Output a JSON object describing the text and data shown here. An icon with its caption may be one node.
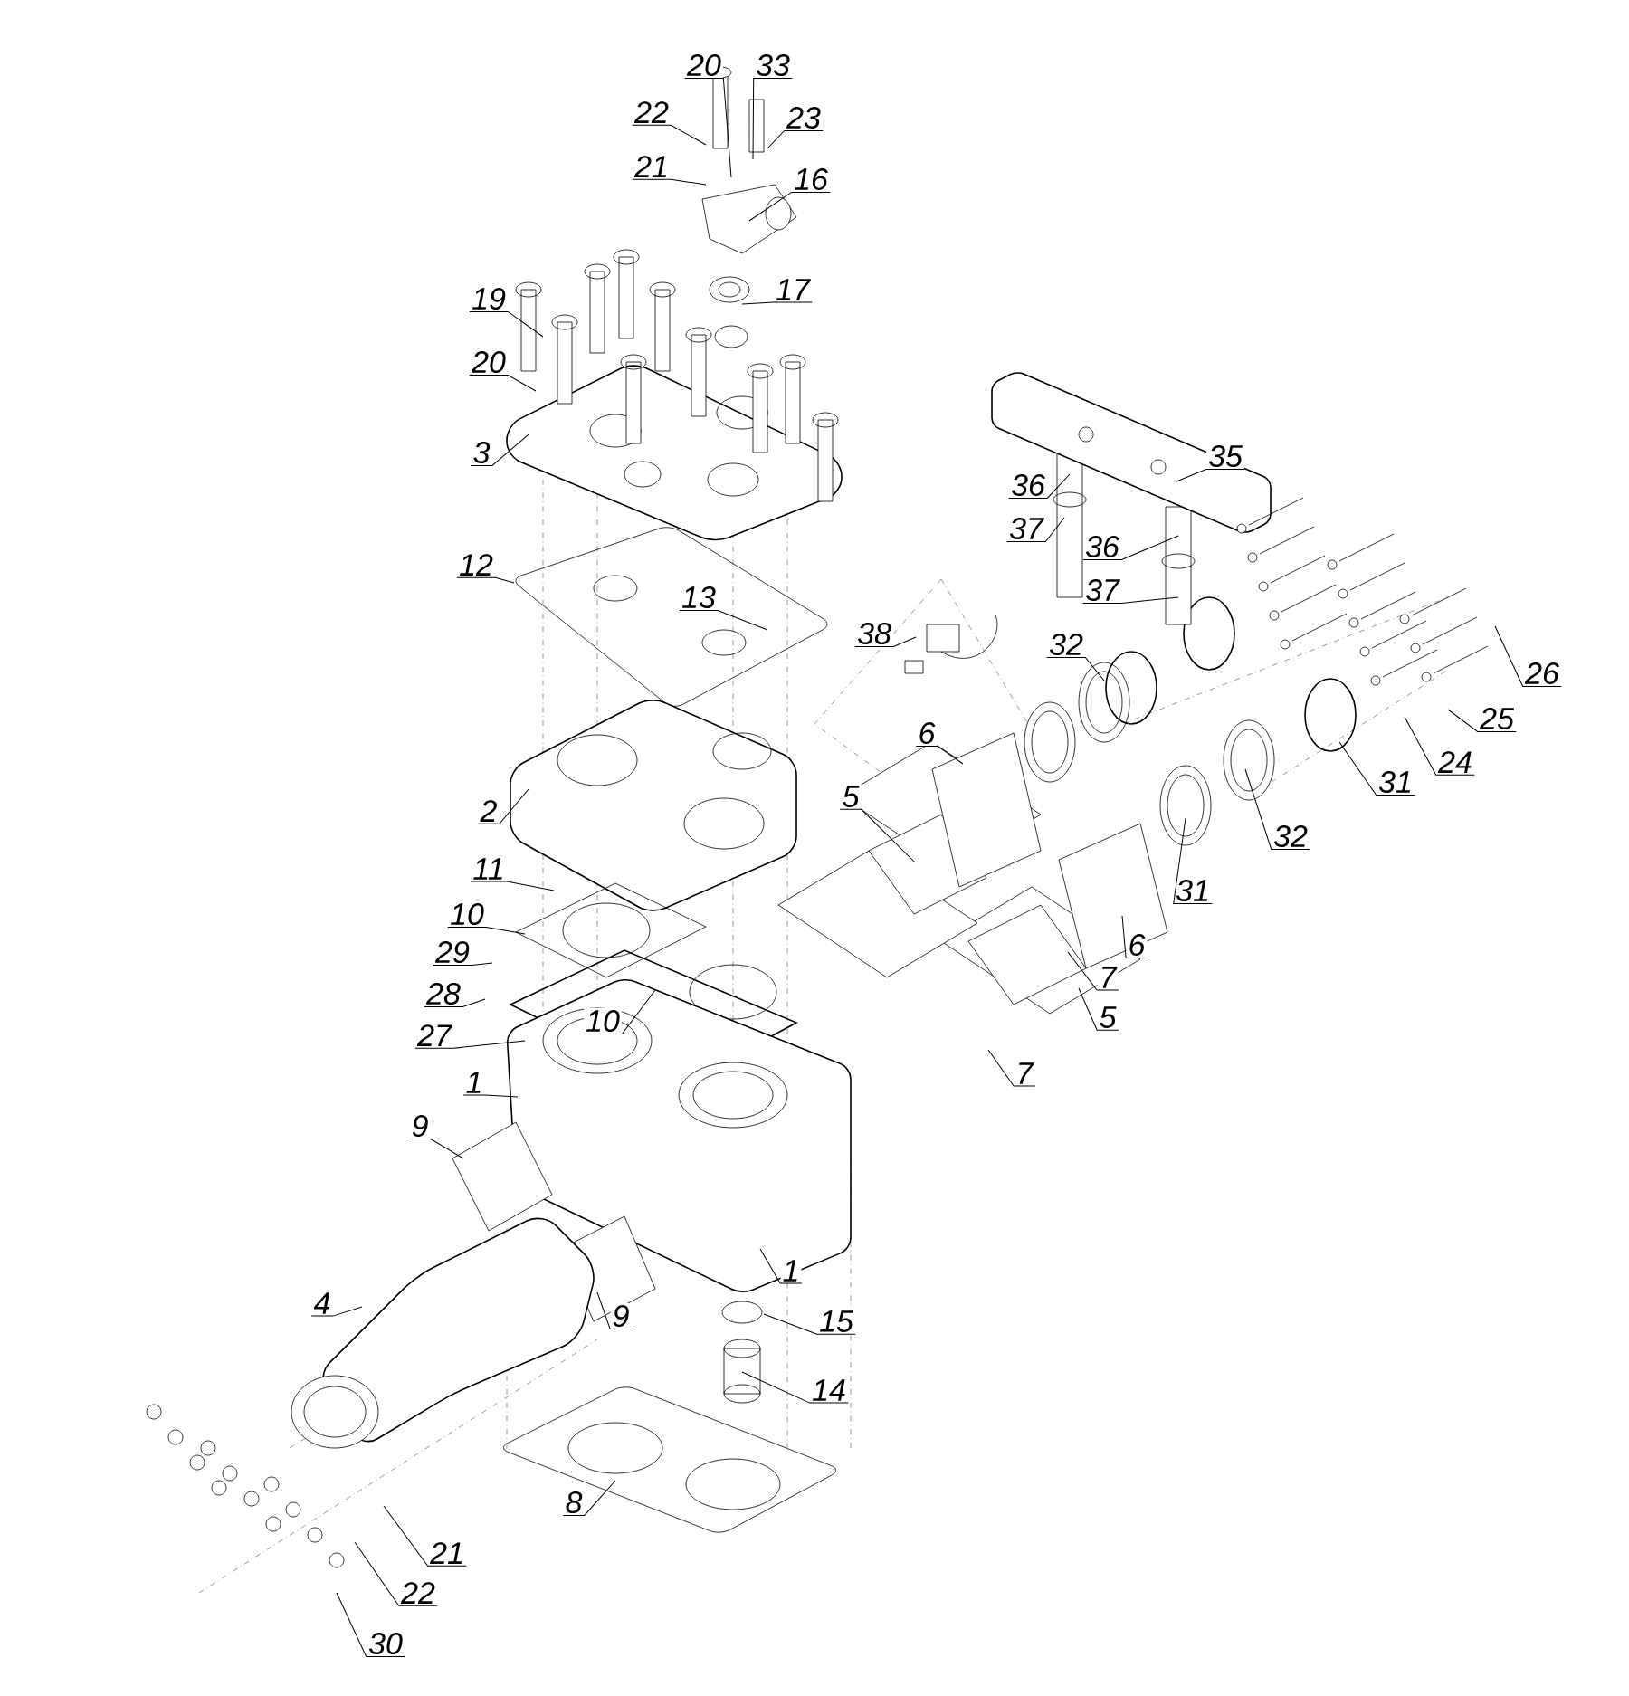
{
  "diagram": {
    "nodes": [
      {
        "text": [
          "20"
        ]
      },
      {
        "text": [
          "33"
        ]
      },
      {
        "text": [
          "22"
        ]
      },
      {
        "text": [
          "23"
        ]
      },
      {
        "text": [
          "21"
        ]
      },
      {
        "text": [
          "16"
        ]
      },
      {
        "text": [
          "17"
        ]
      },
      {
        "text": [
          "19"
        ]
      },
      {
        "text": [
          "20"
        ]
      },
      {
        "text": [
          "3"
        ]
      },
      {
        "text": [
          "35"
        ]
      },
      {
        "text": [
          "36"
        ]
      },
      {
        "text": [
          "12"
        ]
      },
      {
        "text": [
          "37"
        ]
      },
      {
        "text": [
          "36"
        ]
      },
      {
        "text": [
          "37"
        ]
      },
      {
        "text": [
          "13"
        ]
      },
      {
        "text": [
          "38"
        ]
      },
      {
        "text": [
          "32"
        ]
      },
      {
        "text": [
          "26"
        ]
      },
      {
        "text": [
          "25"
        ]
      },
      {
        "text": [
          "6"
        ]
      },
      {
        "text": [
          "24"
        ]
      },
      {
        "text": [
          "31"
        ]
      },
      {
        "text": [
          "5"
        ]
      },
      {
        "text": [
          "2"
        ]
      },
      {
        "text": [
          "32"
        ]
      },
      {
        "text": [
          "11"
        ]
      },
      {
        "text": [
          "31"
        ]
      },
      {
        "text": [
          "10"
        ]
      },
      {
        "text": [
          "6"
        ]
      },
      {
        "text": [
          "29"
        ]
      },
      {
        "text": [
          "7"
        ]
      },
      {
        "text": [
          "28"
        ]
      },
      {
        "text": [
          "5"
        ]
      },
      {
        "text": [
          "10"
        ]
      },
      {
        "text": [
          "27"
        ]
      },
      {
        "text": [
          "7"
        ]
      },
      {
        "text": [
          "1"
        ]
      },
      {
        "text": [
          "9"
        ]
      },
      {
        "text": [
          "1"
        ]
      },
      {
        "text": [
          "4"
        ]
      },
      {
        "text": [
          "9"
        ]
      },
      {
        "text": [
          "15"
        ]
      },
      {
        "text": [
          "14"
        ]
      },
      {
        "text": [
          "8"
        ]
      },
      {
        "text": [
          "21"
        ]
      },
      {
        "text": [
          "22"
        ]
      },
      {
        "text": [
          "30"
        ]
      }
    ],
    "edges": [
      {
        "from": 0,
        "to": null,
        "arrow": "none"
      },
      {
        "from": 1,
        "to": null,
        "arrow": "none"
      },
      {
        "from": 2,
        "to": null,
        "arrow": "none"
      },
      {
        "from": 3,
        "to": null,
        "arrow": "none"
      },
      {
        "from": 4,
        "to": null,
        "arrow": "none"
      },
      {
        "from": 5,
        "to": null,
        "arrow": "none"
      },
      {
        "from": 6,
        "to": null,
        "arrow": "none"
      },
      {
        "from": 7,
        "to": null,
        "arrow": "none"
      },
      {
        "from": 8,
        "to": null,
        "arrow": "none"
      },
      {
        "from": 9,
        "to": null,
        "arrow": "none"
      },
      {
        "from": 10,
        "to": null,
        "arrow": "none"
      },
      {
        "from": 11,
        "to": null,
        "arrow": "none"
      },
      {
        "from": 12,
        "to": null,
        "arrow": "none"
      },
      {
        "from": 13,
        "to": null,
        "arrow": "none"
      },
      {
        "from": 14,
        "to": null,
        "arrow": "none"
      },
      {
        "from": 15,
        "to": null,
        "arrow": "none"
      },
      {
        "from": 16,
        "to": null,
        "arrow": "none"
      },
      {
        "from": 17,
        "to": null,
        "arrow": "none"
      },
      {
        "from": 18,
        "to": null,
        "arrow": "none"
      },
      {
        "from": 19,
        "to": null,
        "arrow": "none"
      },
      {
        "from": 20,
        "to": null,
        "arrow": "none"
      },
      {
        "from": 21,
        "to": null,
        "arrow": "none"
      },
      {
        "from": 22,
        "to": null,
        "arrow": "none"
      },
      {
        "from": 23,
        "to": null,
        "arrow": "none"
      },
      {
        "from": 24,
        "to": null,
        "arrow": "none"
      },
      {
        "from": 25,
        "to": null,
        "arrow": "none"
      },
      {
        "from": 26,
        "to": null,
        "arrow": "none"
      },
      {
        "from": 27,
        "to": null,
        "arrow": "none"
      },
      {
        "from": 28,
        "to": null,
        "arrow": "none"
      },
      {
        "from": 29,
        "to": null,
        "arrow": "none"
      },
      {
        "from": 30,
        "to": null,
        "arrow": "none"
      },
      {
        "from": 31,
        "to": null,
        "arrow": "none"
      },
      {
        "from": 32,
        "to": null,
        "arrow": "none"
      },
      {
        "from": 33,
        "to": null,
        "arrow": "none"
      },
      {
        "from": 34,
        "to": null,
        "arrow": "none"
      },
      {
        "from": 35,
        "to": null,
        "arrow": "none"
      },
      {
        "from": 36,
        "to": null,
        "arrow": "none"
      },
      {
        "from": 37,
        "to": null,
        "arrow": "none"
      },
      {
        "from": 38,
        "to": null,
        "arrow": "none"
      },
      {
        "from": 39,
        "to": null,
        "arrow": "none"
      },
      {
        "from": 40,
        "to": null,
        "arrow": "none"
      },
      {
        "from": 41,
        "to": null,
        "arrow": "none"
      },
      {
        "from": 42,
        "to": null,
        "arrow": "none"
      },
      {
        "from": 43,
        "to": null,
        "arrow": "none"
      },
      {
        "from": 44,
        "to": null,
        "arrow": "none"
      },
      {
        "from": 45,
        "to": null,
        "arrow": "none"
      },
      {
        "from": 46,
        "to": null,
        "arrow": "none"
      },
      {
        "from": 47,
        "to": null,
        "arrow": "none"
      },
      {
        "from": 48,
        "to": null,
        "arrow": "none"
      }
    ]
  }
}
